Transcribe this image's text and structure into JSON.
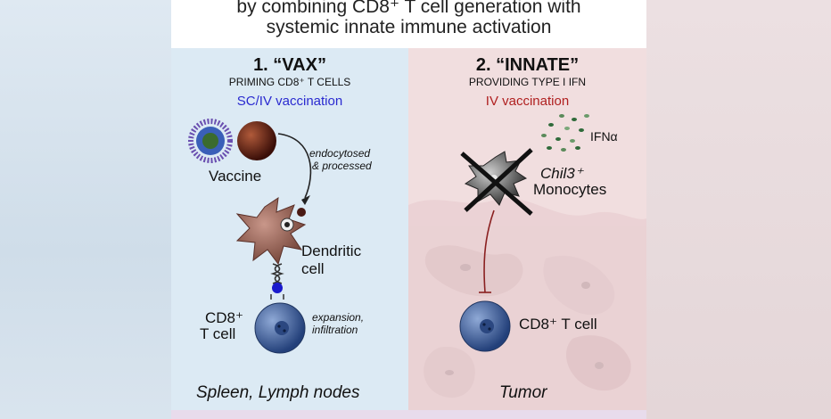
{
  "title": {
    "line1": "by combining CD8⁺ T cell generation with",
    "line2": "systemic innate immune activation"
  },
  "left": {
    "heading": "1. “VAX”",
    "subheading": "PRIMING CD8⁺ T CELLS",
    "method": "SC/IV vaccination",
    "vaccine_label": "Vaccine",
    "endocytosed_label": "endocytosed",
    "processed_label": "& processed",
    "dendritic_label1": "Dendritic",
    "dendritic_label2": "cell",
    "tcell_label1": "CD8⁺",
    "tcell_label2": "T cell",
    "expansion_label1": "expansion,",
    "expansion_label2": "infiltration",
    "location": "Spleen, Lymph nodes"
  },
  "right": {
    "heading": "2. “INNATE”",
    "subheading": "PROVIDING TYPE I IFN",
    "method": "IV vaccination",
    "ifn_label": "IFNα",
    "monocyte_label1": "Chil3⁺",
    "monocyte_label2": "Monocytes",
    "tcell_label": "CD8⁺ T cell",
    "location": "Tumor"
  },
  "colors": {
    "left_bg": "#dceaf4",
    "right_bg": "#f1dedf",
    "method_left": "#2a2ad0",
    "method_right": "#b02020"
  }
}
